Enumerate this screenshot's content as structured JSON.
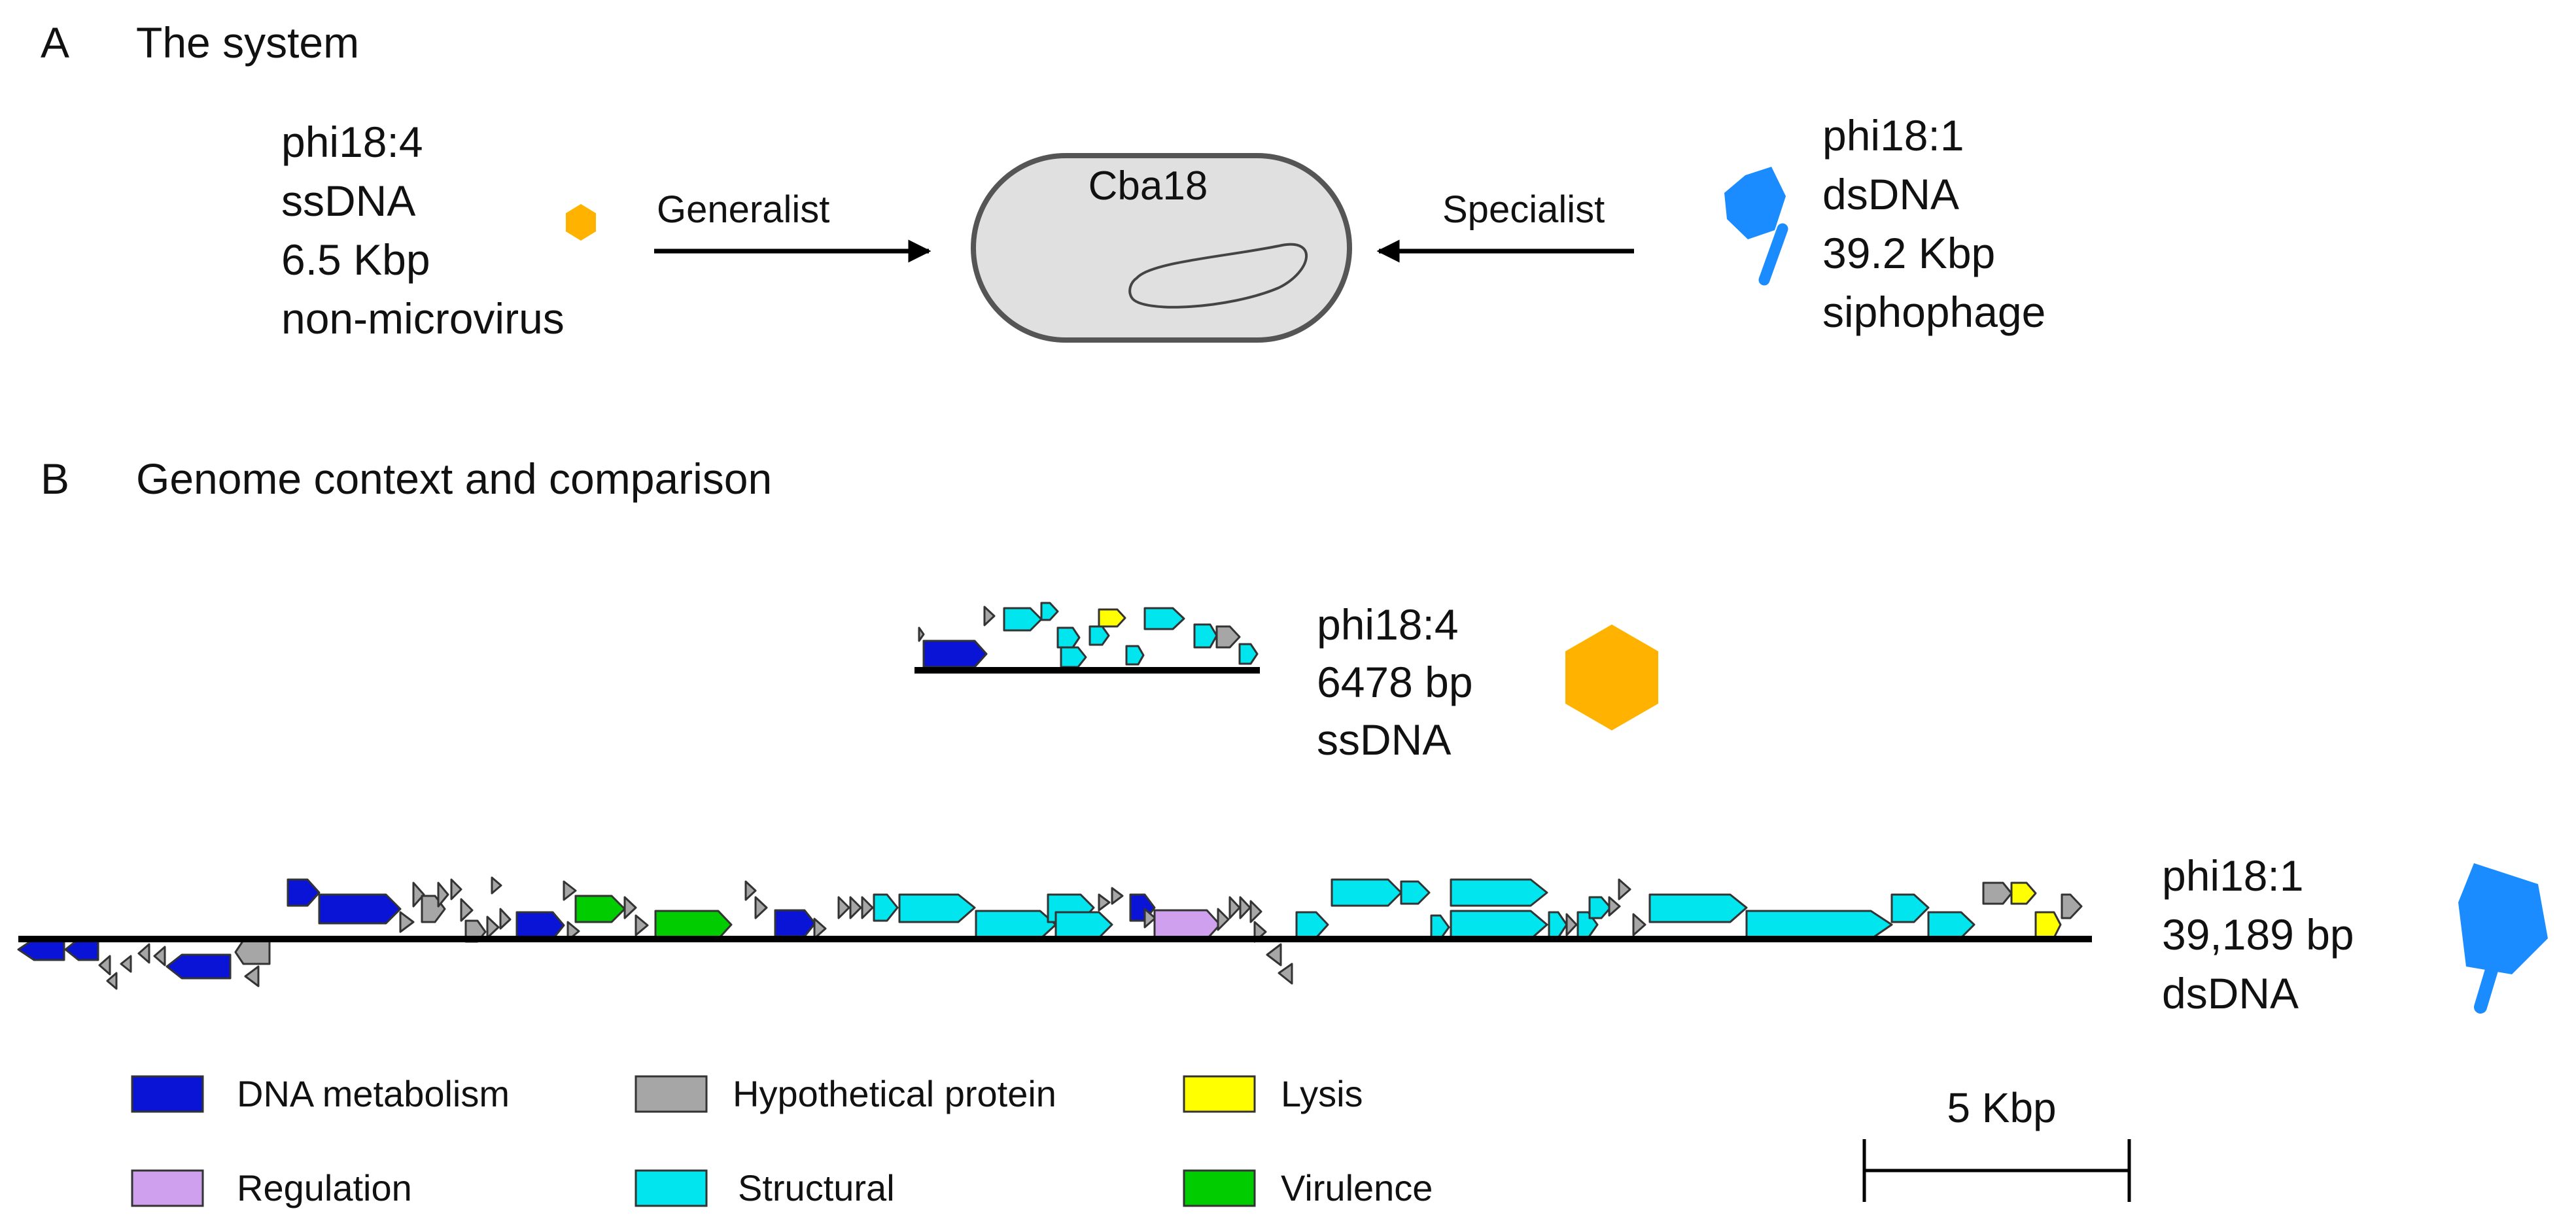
{
  "panel_a": {
    "letter": "A",
    "title": "The system",
    "host_label": "Cba18",
    "generalist_label": "Generalist",
    "specialist_label": "Specialist",
    "phage_left": {
      "lines": [
        "phi18:4",
        "ssDNA",
        "6.5 Kbp",
        "non-microvirus"
      ],
      "color": "#FFB300"
    },
    "phage_right": {
      "lines": [
        "phi18:1",
        "dsDNA",
        "39.2 Kbp",
        "siphophage"
      ],
      "color": "#1A8CFF"
    }
  },
  "panel_b": {
    "letter": "B",
    "title": "Genome context and comparison",
    "phage_small": {
      "lines": [
        "phi18:4",
        "6478 bp",
        "ssDNA"
      ],
      "color": "#FFB300"
    },
    "phage_large": {
      "lines": [
        "phi18:1",
        "39,189 bp",
        "dsDNA"
      ],
      "color": "#1A8CFF"
    },
    "scale_label": "5 Kbp"
  },
  "colors": {
    "dna": "#0A14D6",
    "hyp": "#A6A6A6",
    "lys": "#FFFF00",
    "reg": "#CFA0EE",
    "str": "#00E5EE",
    "vir": "#00CC00"
  },
  "legend": [
    {
      "key": "dna",
      "label": "DNA metabolism"
    },
    {
      "key": "hyp",
      "label": "Hypothetical protein"
    },
    {
      "key": "lys",
      "label": "Lysis"
    },
    {
      "key": "reg",
      "label": "Regulation"
    },
    {
      "key": "str",
      "label": "Structural"
    },
    {
      "key": "vir",
      "label": "Virulence"
    }
  ]
}
